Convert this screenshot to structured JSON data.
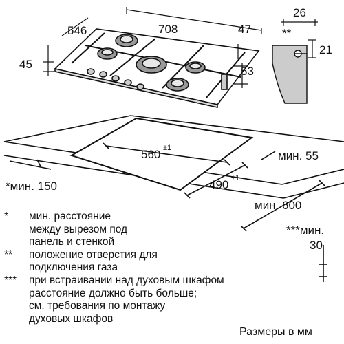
{
  "dimensions": {
    "width_top": "708",
    "depth_top": "546",
    "height_left": "45",
    "front_right": "47",
    "side_53": "53",
    "pipe_26": "26",
    "pipe_21": "21",
    "pipe_marker": "**",
    "cutout_width": "560",
    "cutout_width_tol": "±1",
    "cutout_depth": "490",
    "cutout_depth_tol": "±1",
    "min_rear": "мин. 55",
    "min_front": "*мин. 150",
    "min_side": "мин. 600",
    "min_below_line1": "***мин.",
    "min_below_line2": "30"
  },
  "notes": [
    {
      "mark": "*",
      "text": "мин. расстояние\nмежду вырезом под\nпанель и стенкой"
    },
    {
      "mark": "**",
      "text": "положение отверстия для\nподключения газа"
    },
    {
      "mark": "***",
      "text": "при встраивании над духовым шкафом\nрасстояние должно быть больше;\nсм. требования по монтажу\nдуховых шкафов"
    }
  ],
  "units_note": "Размеры в мм"
}
